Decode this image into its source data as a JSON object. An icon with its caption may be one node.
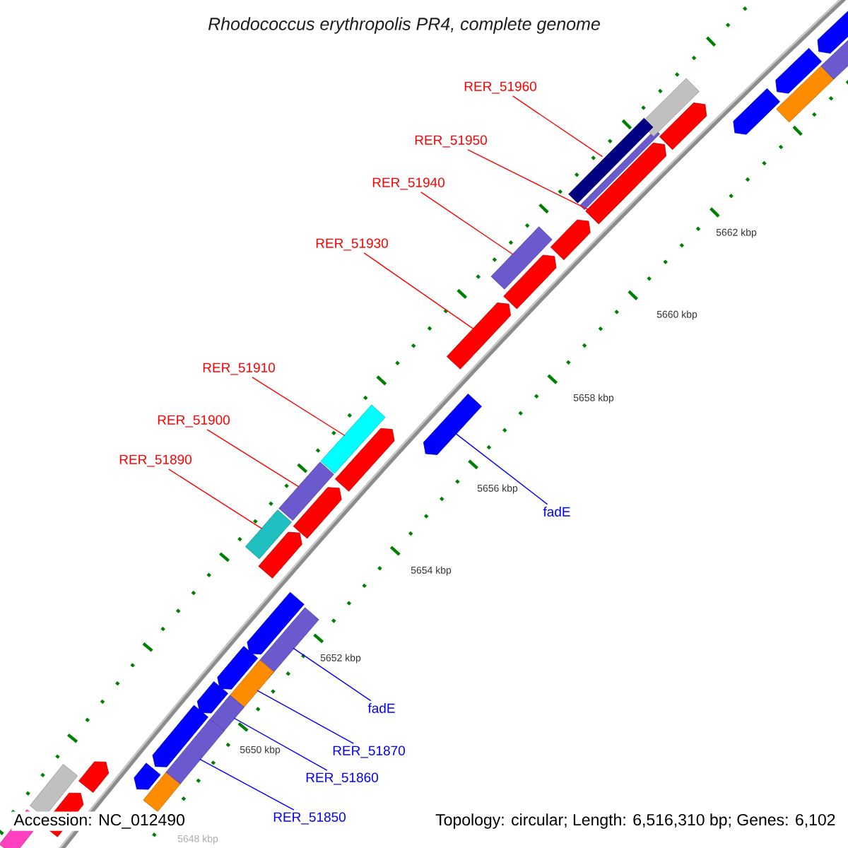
{
  "diagram": {
    "title": "Rhodococcus erythropolis PR4, complete genome",
    "nodes": [
      {
        "text": [
          "RER_51960"
        ]
      },
      {
        "text": [
          "RER_51950"
        ]
      },
      {
        "text": [
          "RER_51940"
        ]
      },
      {
        "text": [
          "RER_51930"
        ]
      },
      {
        "text": [
          "RER_51910"
        ]
      },
      {
        "text": [
          "RER_51900"
        ]
      },
      {
        "text": [
          "RER_51890"
        ]
      },
      {
        "text": [
          "fadE"
        ]
      },
      {
        "text": [
          "fadE"
        ]
      },
      {
        "text": [
          "RER_51870"
        ]
      },
      {
        "text": [
          "RER_51860"
        ]
      },
      {
        "text": [
          "RER_51850"
        ]
      },
      {
        "text": [],
        "shape": "bar"
      },
      {
        "text": [],
        "shape": "bar"
      },
      {
        "text": [],
        "shape": "bar"
      },
      {
        "text": [],
        "shape": "bar"
      },
      {
        "text": [],
        "shape": "bar"
      },
      {
        "text": [],
        "shape": "bar"
      },
      {
        "text": [],
        "shape": "bar"
      },
      {
        "text": [],
        "shape": "bar"
      },
      {
        "text": [],
        "shape": "bar"
      },
      {
        "text": [],
        "shape": "bar"
      },
      {
        "text": [],
        "shape": "bar"
      },
      {
        "text": [],
        "shape": "bar"
      }
    ],
    "edges": [
      {
        "from": 0,
        "to": 12,
        "arrow": "none"
      },
      {
        "from": 1,
        "to": 13,
        "arrow": "none"
      },
      {
        "from": 2,
        "to": 14,
        "arrow": "none"
      },
      {
        "from": 3,
        "to": 15,
        "arrow": "none"
      },
      {
        "from": 4,
        "to": 16,
        "arrow": "none"
      },
      {
        "from": 5,
        "to": 17,
        "arrow": "none"
      },
      {
        "from": 6,
        "to": 18,
        "arrow": "none"
      },
      {
        "from": 7,
        "to": 19,
        "arrow": "none",
        "color": "#0000ff"
      },
      {
        "from": 8,
        "to": 20,
        "arrow": "none",
        "color": "#0000ff"
      },
      {
        "from": 9,
        "to": 21,
        "arrow": "none",
        "color": "#0000ff"
      },
      {
        "from": 10,
        "to": 22,
        "arrow": "none",
        "color": "#0000ff"
      },
      {
        "from": 11,
        "to": 23,
        "arrow": "none",
        "color": "#0000ff"
      }
    ],
    "labels": [
      "5662 kbp",
      "5660 kbp",
      "5658 kbp",
      "5656 kbp",
      "5654 kbp",
      "5652 kbp",
      "5650 kbp",
      "Accession: NC_012490",
      "Topology: circular; Length: 6,516,310 bp; Genes: 6,102",
      "5648 kbp"
    ]
  }
}
